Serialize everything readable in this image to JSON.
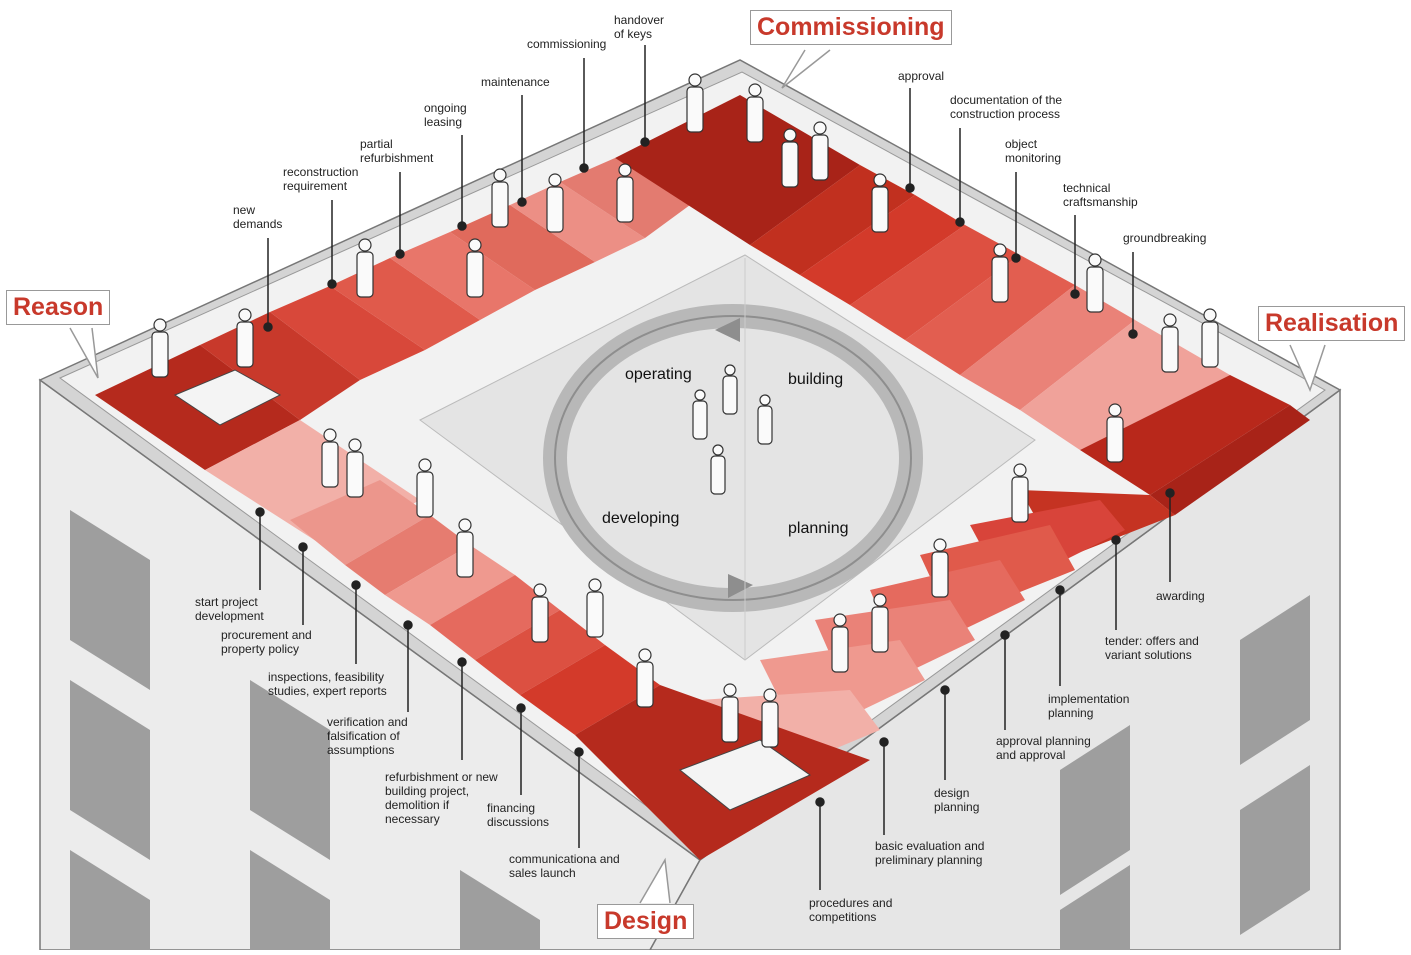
{
  "phase_color": "#c8392b",
  "phases": {
    "reason": "Reason",
    "commissioning": "Commissioning",
    "realisation": "Realisation",
    "design": "Design"
  },
  "cycle": {
    "operating": "operating",
    "building": "building",
    "developing": "developing",
    "planning": "planning"
  },
  "steps": {
    "handover": "handover\nof keys",
    "commissioning": "commissioning",
    "maintenance": "maintenance",
    "ongoing_leasing": "ongoing\nleasing",
    "partial_refurbishment": "partial\nrefurbishment",
    "reconstruction": "reconstruction\nrequirement",
    "new_demands": "new\ndemands",
    "approval": "approval",
    "documentation": "documentation of the\nconstruction process",
    "object_monitoring": "object\nmonitoring",
    "technical_craftsmanship": "technical\ncraftsmanship",
    "groundbreaking": "groundbreaking",
    "start_project": "start project\ndevelopment",
    "procurement": "procurement and\nproperty policy",
    "inspections": "inspections, feasibility\nstudies, expert reports",
    "verification": "verification and\nfalsification of\nassumptions",
    "refurbishment_or_new": "refurbishment or new\nbuilding project,\ndemolition if\nnecessary",
    "financing": "financing\ndiscussions",
    "communications": "communicationa and\nsales launch",
    "procedures": "procedures and\ncompetitions",
    "basic_evaluation": "basic evaluation and\npreliminary planning",
    "design_planning": "design\nplanning",
    "approval_planning": "approval planning\nand approval",
    "implementation_planning": "implementation\nplanning",
    "tender": "tender: offers and\nvariant solutions",
    "awarding": "awarding"
  }
}
